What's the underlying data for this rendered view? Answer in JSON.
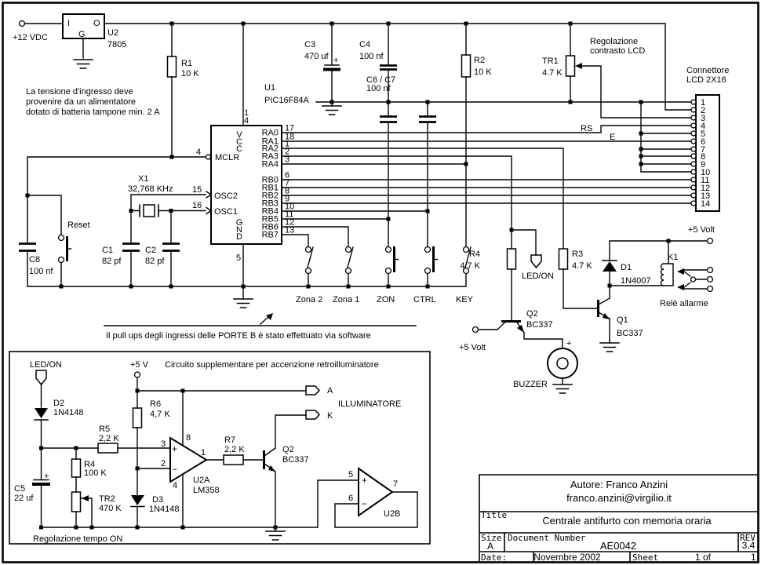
{
  "page": {
    "background": "#ffffff",
    "ink": "#000000"
  },
  "power": {
    "input_label": "+12 VDC",
    "regulator": {
      "ref": "U2",
      "value": "7805",
      "pin_in": "I",
      "pin_out": "O",
      "pin_gnd": "G"
    },
    "r1": {
      "ref": "R1",
      "value": "10 K"
    },
    "note_line1": "La tensione d'ingresso deve",
    "note_line2": "provenire da un alimentatore",
    "note_line3": "dotato di batteria tampone min. 2 A"
  },
  "mcu": {
    "ref": "U1",
    "part": "PIC16F84A",
    "vcc_chars": [
      "V",
      "C",
      "C"
    ],
    "gnd_chars": [
      "G",
      "N",
      "D"
    ],
    "pin14_chars": [
      "1",
      "4"
    ],
    "pin5": "5",
    "mclr": {
      "name": "MCLR",
      "number": "4"
    },
    "osc2": {
      "name": "OSC2",
      "number": "15"
    },
    "osc1": {
      "name": "OSC1",
      "number": "16"
    },
    "right_pins": [
      {
        "name": "RA0",
        "number": "17"
      },
      {
        "name": "RA1",
        "number": "18"
      },
      {
        "name": "RA2",
        "number": "1"
      },
      {
        "name": "RA3",
        "number": "2"
      },
      {
        "name": "RA4",
        "number": "3"
      },
      {
        "name": "RB0",
        "number": "6"
      },
      {
        "name": "RB1",
        "number": "7"
      },
      {
        "name": "RB2",
        "number": "8"
      },
      {
        "name": "RB3",
        "number": "9"
      },
      {
        "name": "RB4",
        "number": "10"
      },
      {
        "name": "RB5",
        "number": "11"
      },
      {
        "name": "RB6",
        "number": "12"
      },
      {
        "name": "RB7",
        "number": "13"
      }
    ]
  },
  "oscillator": {
    "x1_ref": "X1",
    "x1_value": "32,768 KHz",
    "c1_ref": "C1",
    "c1_value": "82 pf",
    "c2_ref": "C2",
    "c2_value": "82 pf"
  },
  "reset": {
    "label": "Reset",
    "c8_ref": "C8",
    "c8_value": "100 nf"
  },
  "decoupling": {
    "c3_ref": "C3",
    "c3_value": "470 uf",
    "c3_plus": "+",
    "c4_ref": "C4",
    "c4_value": "100 nf",
    "c67_ref": "C6 / C7",
    "c67_value": "100 nf",
    "r2_ref": "R2",
    "r2_value": "10 K"
  },
  "lcd": {
    "heading_line1": "Connettore",
    "heading_line2": "LCD 2X16",
    "contrast_line1": "Regolazione",
    "contrast_line2": "contrasto LCD",
    "tr1_ref": "TR1",
    "tr1_value": "4.7 K",
    "rs_label": "RS",
    "e_label": "E",
    "pins": [
      "1",
      "2",
      "3",
      "4",
      "5",
      "6",
      "7",
      "8",
      "9",
      "10",
      "11",
      "12",
      "13",
      "14"
    ]
  },
  "switches": {
    "labels": [
      "Zona 2",
      "Zona 1",
      "ZON",
      "CTRL",
      "KEY"
    ]
  },
  "pullup_note": "Il pull ups degli ingressi delle PORTE B è stato effettuato via software",
  "outputs": {
    "r4": {
      "ref": "R4",
      "value": "4.7 K"
    },
    "r3": {
      "ref": "R3",
      "value": "4.7 K"
    },
    "led_label": "LED/ON",
    "q2": {
      "ref": "Q2",
      "part": "BC337"
    },
    "q1": {
      "ref": "Q1",
      "part": "BC337"
    },
    "buzzer_label": "BUZZER",
    "buzzer_plus": "+",
    "supply_left": "+5 Volt",
    "supply_right": "+5 Volt",
    "d1": {
      "ref": "D1",
      "part": "1N4007"
    },
    "k1_ref": "K1",
    "relay_label": "Relè allarme"
  },
  "backlight": {
    "title": "Circuito supplementare per accenzione retroilluminatore",
    "led_on_label": "LED/ON",
    "supply_label": "+5 V",
    "d2": {
      "ref": "D2",
      "part": "1N4148"
    },
    "d3": {
      "ref": "D3",
      "part": "1N4148"
    },
    "r5": {
      "ref": "R5",
      "value": "2,2 K"
    },
    "r4": {
      "ref": "R4",
      "value": "100 K"
    },
    "tr2": {
      "ref": "TR2",
      "value": "470 K"
    },
    "r6": {
      "ref": "R6",
      "value": "4,7 K"
    },
    "r7": {
      "ref": "R7",
      "value": "2,2 K"
    },
    "c5": {
      "ref": "C5",
      "value": "22 uf",
      "plus": "+"
    },
    "q2": {
      "ref": "Q2",
      "part": "BC337"
    },
    "u2a": {
      "ref": "U2A",
      "part": "LM358",
      "pin3": "3",
      "pin2": "2",
      "pin8": "8",
      "pin1": "1",
      "pin4": "4",
      "plus": "+",
      "minus": "−"
    },
    "u2b": {
      "ref": "U2B",
      "pin5": "5",
      "pin6": "6",
      "pin7": "7",
      "plus": "+",
      "minus": "−"
    },
    "a_label": "A",
    "k_label": "K",
    "illuminator_label": "ILLUMINATORE",
    "adjust_label": "Regolazione tempo ON"
  },
  "title_block": {
    "author_line1": "Autore: Franco Anzini",
    "author_line2": "franco.anzini@virgilio.it",
    "title_label": "Title",
    "title_value": "Centrale antifurto con memoria oraria",
    "size_label": "Size",
    "size_value": "A",
    "docnum_label": "Document Number",
    "docnum_value": "AE0042",
    "rev_label": "REV",
    "rev_value": "3.4",
    "date_label": "Date:",
    "date_value": "Novembre 2002",
    "sheet_label": "Sheet",
    "sheet_of": "1 of",
    "sheet_total": "1"
  }
}
